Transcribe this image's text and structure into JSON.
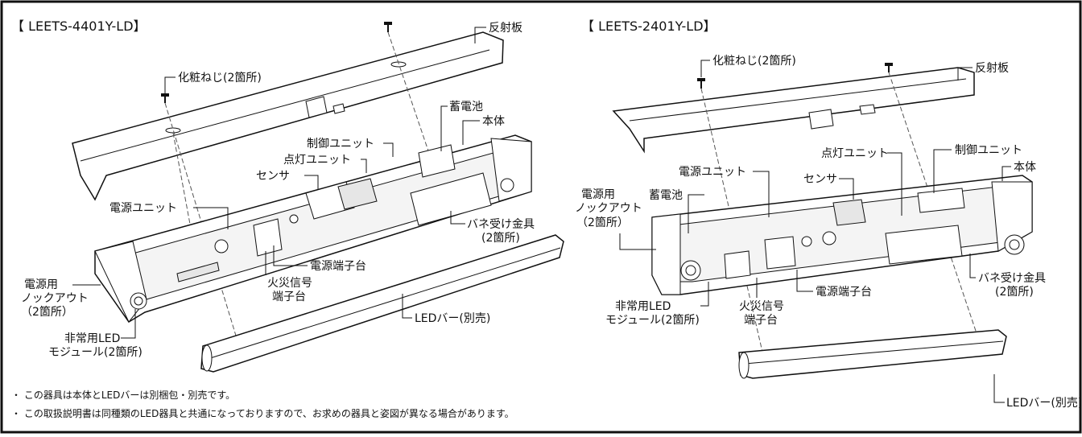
{
  "left": {
    "title": "【 LEETS-4401Y-LD】",
    "labels": {
      "reflector": "反射板",
      "screw": "化粧ねじ(2箇所)",
      "battery": "蓄電池",
      "body": "本体",
      "control_unit": "制御ユニット",
      "lighting_unit": "点灯ユニット",
      "sensor": "センサ",
      "power_unit": "電源ユニット",
      "spring_bracket_1": "バネ受け金具",
      "spring_bracket_2": "(2箇所)",
      "power_terminal": "電源端子台",
      "fire_terminal_1": "火災信号",
      "fire_terminal_2": "端子台",
      "knockout_1": "電源用",
      "knockout_2": "ノックアウト",
      "knockout_3": "（2箇所）",
      "emergency_1": "非常用LED",
      "emergency_2": "モジュール(2箇所)",
      "led_bar": "LEDバー(別売)"
    }
  },
  "right": {
    "title": "【 LEETS-2401Y-LD】",
    "labels": {
      "screw": "化粧ねじ(2箇所)",
      "reflector": "反射板",
      "lighting_unit": "点灯ユニット",
      "control_unit": "制御ユニット",
      "body": "本体",
      "power_unit": "電源ユニット",
      "sensor": "センサ",
      "knockout_1": "電源用",
      "knockout_2": "ノックアウト",
      "knockout_3": "（2箇所）",
      "battery": "蓄電池",
      "spring_bracket_1": "バネ受け金具",
      "spring_bracket_2": "(2箇所)",
      "power_terminal": "電源端子台",
      "emergency_1": "非常用LED",
      "emergency_2": "モジュール(2箇所)",
      "fire_terminal_1": "火災信号",
      "fire_terminal_2": "端子台",
      "led_bar": "LEDバー(別売)"
    }
  },
  "notes": [
    "・ この器具は本体とLEDバーは別梱包・別売です。",
    "・ この取扱説明書は同種類のLED器具と共通になっておりますので、お求めの器具と姿図が異なる場合があります。"
  ],
  "colors": {
    "line": "#111111",
    "fill": "#ffffff",
    "shade": "#e6e6e6"
  }
}
